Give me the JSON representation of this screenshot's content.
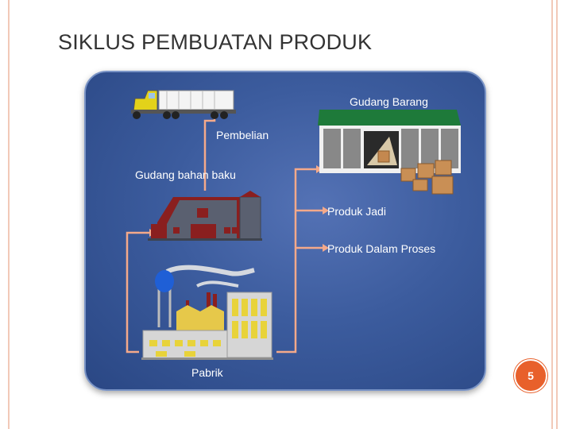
{
  "slide": {
    "title": "SIKLUS PEMBUATAN PRODUK",
    "page_number": "5"
  },
  "diagram": {
    "labels": {
      "gudang_barang": "Gudang Barang",
      "pembelian": "Pembelian",
      "gudang_bahan_baku": "Gudang bahan baku",
      "produk_jadi": "Produk Jadi",
      "produk_dalam_proses": "Produk Dalam Proses",
      "pabrik": "Pabrik"
    },
    "icons": [
      "truck-icon",
      "warehouse-icon",
      "raw-material-warehouse-icon",
      "factory-icon",
      "boxes-icon"
    ]
  },
  "colors": {
    "panel": "#3c5c9e",
    "connector": "#f4a98a",
    "badge": "#e8602b",
    "border_lines": "#f2c9b8"
  }
}
